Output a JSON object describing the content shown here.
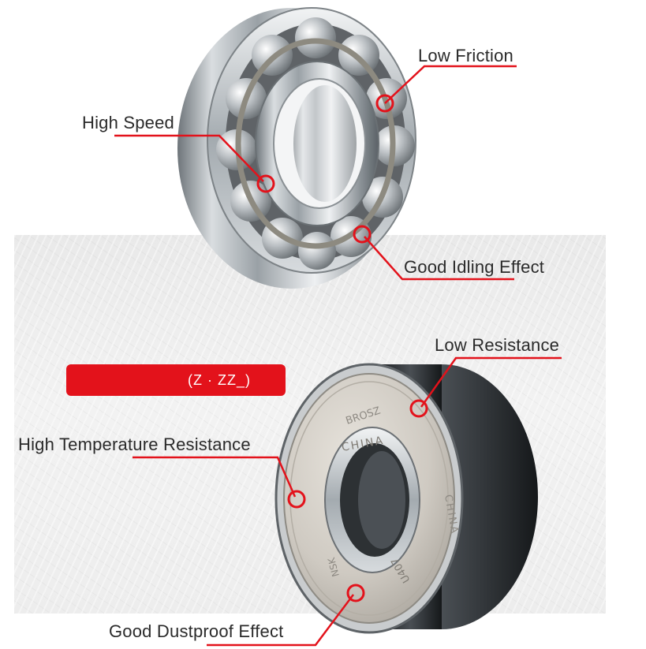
{
  "labels": {
    "low_friction": "Low Friction",
    "high_speed": "High Speed",
    "good_idling": "Good Idling Effect",
    "low_resistance": "Low Resistance",
    "high_temp": "High Temperature Resistance",
    "good_dustproof": "Good Dustproof Effect"
  },
  "badge": {
    "text": "(Z · ZZ_)"
  },
  "shield_marks": {
    "top": "BROSZ",
    "middle": "CHINA",
    "right": "CHINA",
    "bottom": "U407",
    "bottom_left": "NSK"
  },
  "colors": {
    "accent": "#e3121b",
    "callout_line": "#e3121b",
    "text": "#2a2a2a"
  }
}
